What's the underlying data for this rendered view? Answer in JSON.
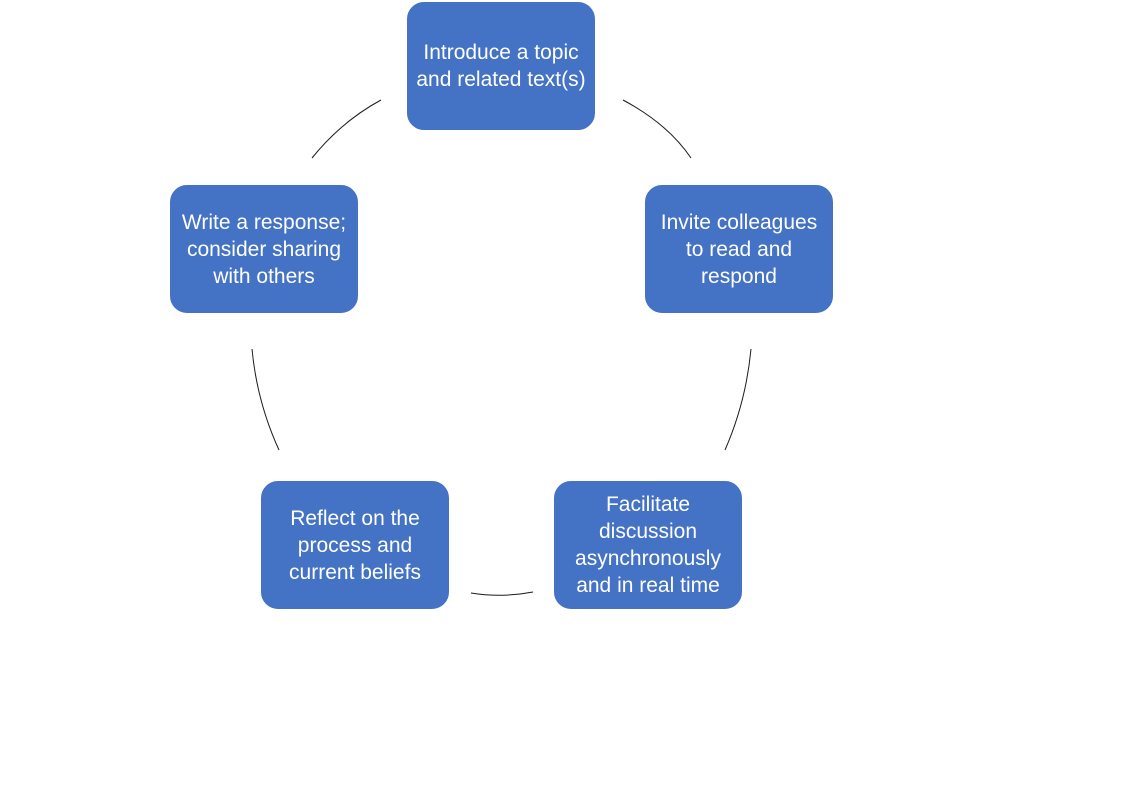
{
  "diagram": {
    "type": "cycle",
    "accent_color": "#4472c4",
    "text_color": "#ffffff",
    "connector_color": "#1a1a1a",
    "steps": [
      {
        "label": "Introduce a topic and related text(s)"
      },
      {
        "label": "Invite colleagues to read and respond"
      },
      {
        "label": "Facilitate discussion asynchronously and in real time"
      },
      {
        "label": "Reflect on the process and current beliefs"
      },
      {
        "label": "Write a response; consider sharing with others"
      }
    ]
  }
}
